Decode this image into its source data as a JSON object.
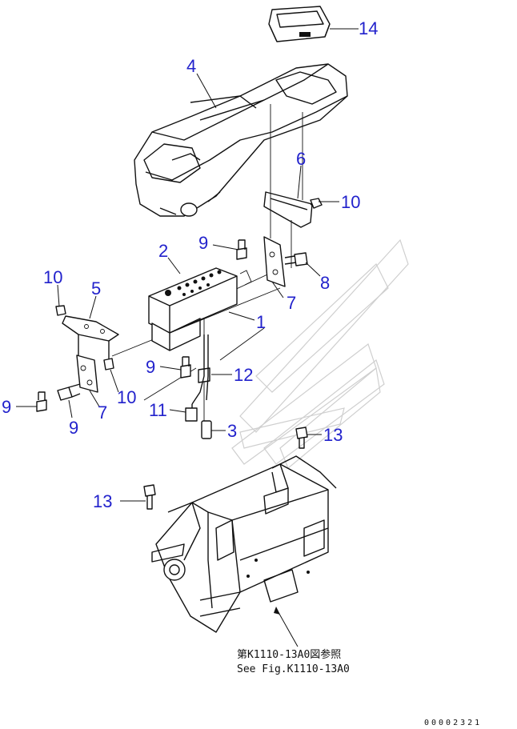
{
  "diagram": {
    "callouts": {
      "c1": "1",
      "c2": "2",
      "c3": "3",
      "c4": "4",
      "c5": "5",
      "c6": "6",
      "c7a": "7",
      "c7b": "7",
      "c8": "8",
      "c9a": "9",
      "c9b": "9",
      "c9c": "9",
      "c9d": "9",
      "c10a": "10",
      "c10b": "10",
      "c10c": "10",
      "c11": "11",
      "c12": "12",
      "c13a": "13",
      "c13b": "13",
      "c14": "14"
    },
    "reference_jp": "第K1110-13A0図参照",
    "reference_en": "See Fig.K1110-13A0",
    "drawing_code": "00002321",
    "colors": {
      "callout": "#2222cc",
      "line": "#111111",
      "watermark": "#cfcfcf"
    }
  }
}
